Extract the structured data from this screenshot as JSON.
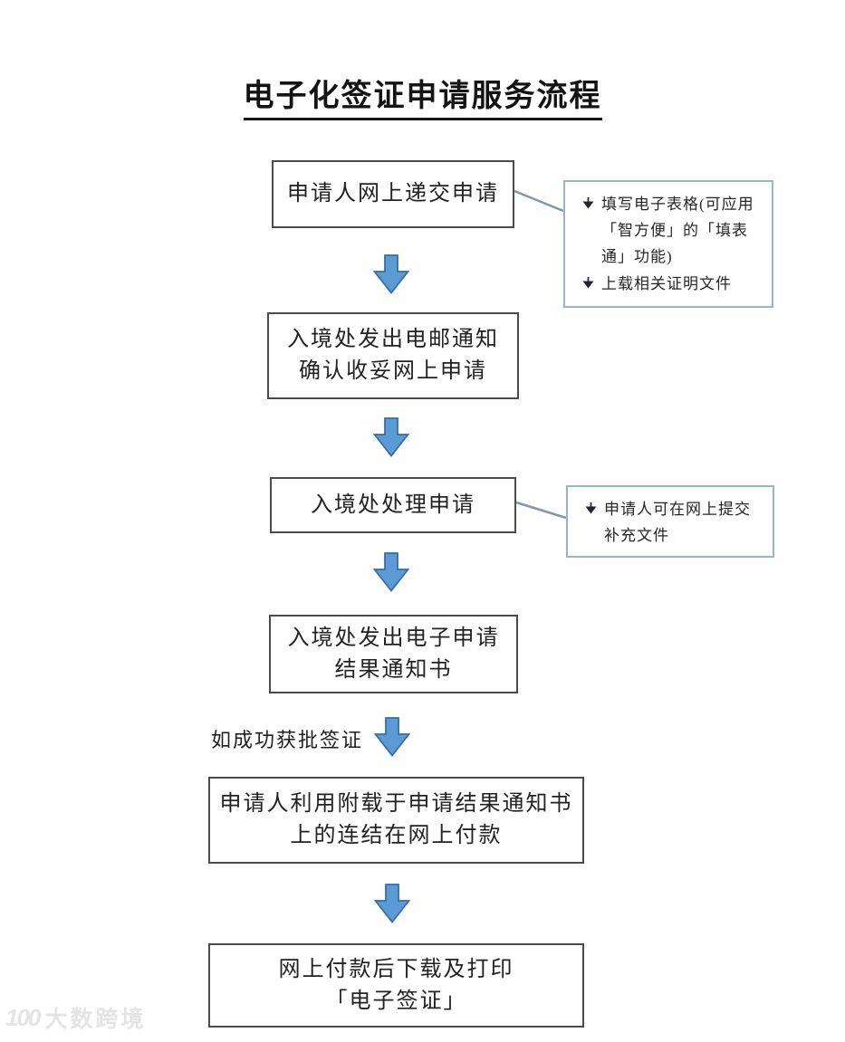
{
  "title": "电子化签证申请服务流程",
  "steps": [
    {
      "lines": [
        "申请人网上递交申请"
      ]
    },
    {
      "lines": [
        "入境处发出电邮通知",
        "确认收妥网上申请"
      ]
    },
    {
      "lines": [
        "入境处处理申请"
      ]
    },
    {
      "lines": [
        "入境处发出电子申请",
        "结果通知书"
      ]
    },
    {
      "lines": [
        "申请人利用附载于申请结果通知书",
        "上的连结在网上付款"
      ]
    },
    {
      "lines": [
        "网上付款后下载及打印",
        "「电子签证」"
      ]
    }
  ],
  "notes": [
    {
      "items": [
        "填写电子表格(可应用「智方便」的「填表通」功能)",
        "上载相关证明文件"
      ]
    },
    {
      "items": [
        "申请人可在网上提交补充文件"
      ]
    }
  ],
  "branch_label": "如成功获批签证",
  "watermark": {
    "logo": "100",
    "text": "大数跨境"
  },
  "colors": {
    "arrow_fill": "#5b9bd5",
    "arrow_stroke": "#3a6da4",
    "box_border": "#4b4b4b",
    "note_border": "#95b5c9",
    "connector": "#7e99a8"
  }
}
